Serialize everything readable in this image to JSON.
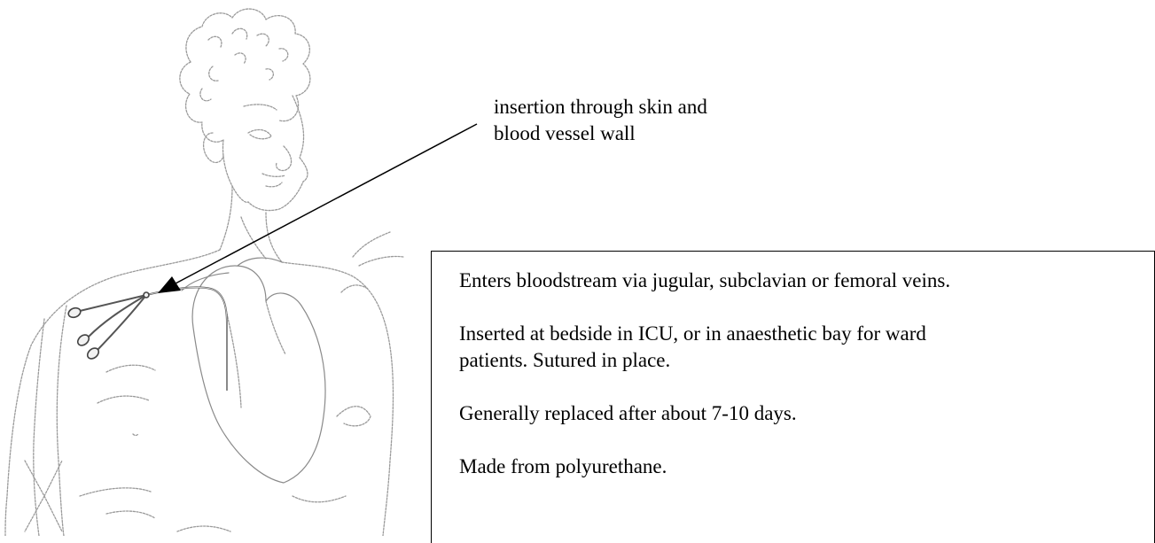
{
  "callout": {
    "lines": [
      "insertion through skin and",
      "blood vessel wall"
    ]
  },
  "info_box": {
    "items": [
      {
        "lines": [
          "Enters bloodstream via jugular, subclavian or femoral veins."
        ]
      },
      {
        "lines": [
          "Inserted at bedside in ICU, or in anaesthetic bay for ward",
          "patients. Sutured in place."
        ]
      },
      {
        "lines": [
          "Generally replaced after about 7-10 days."
        ]
      },
      {
        "lines": [
          "Made from polyurethane."
        ]
      }
    ]
  },
  "colors": {
    "sketch_stroke": "#9a9a9a",
    "arrow": "#000000",
    "catheter": "#555555"
  },
  "icons": [
    "human-figure-sketch",
    "catheter-icon",
    "arrow-icon"
  ]
}
